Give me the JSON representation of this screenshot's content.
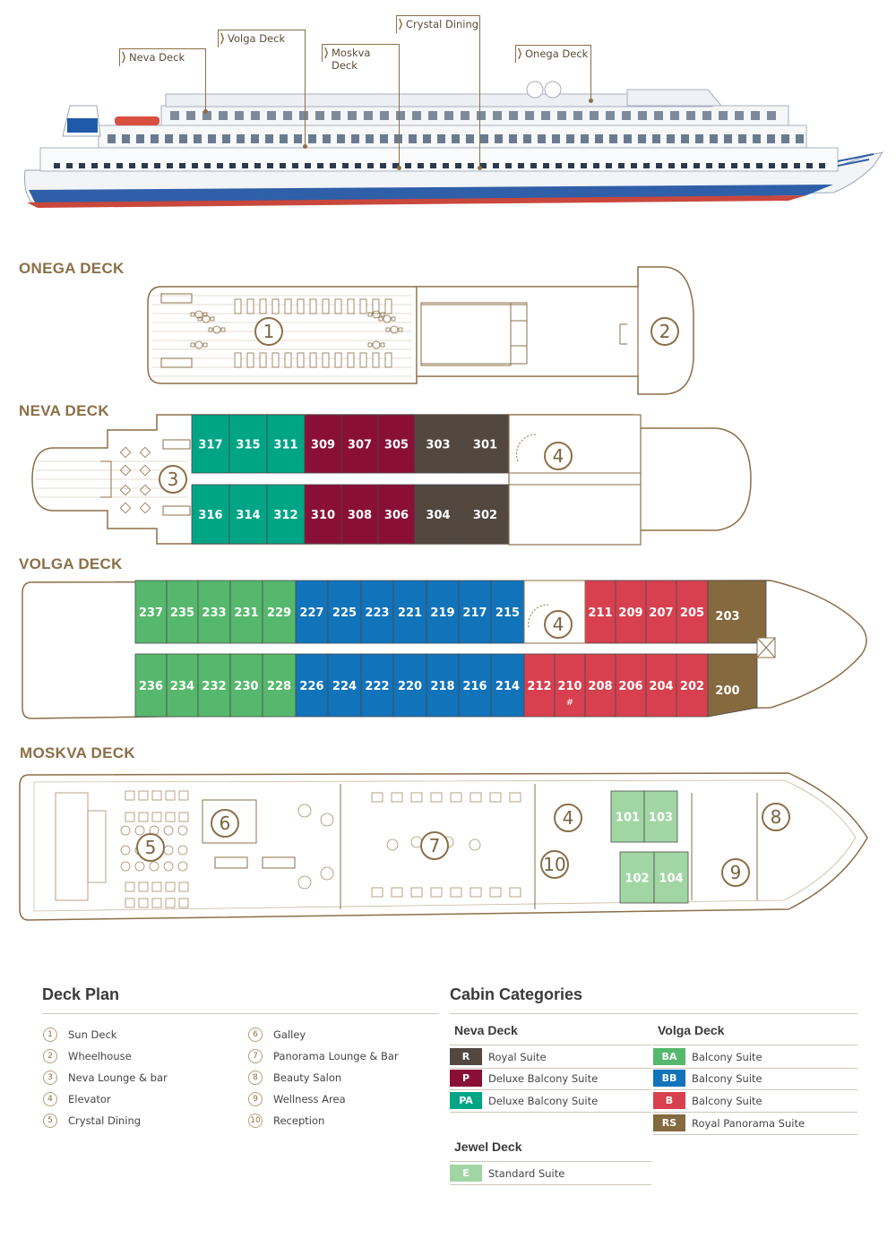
{
  "ship_callouts": [
    "Neva Deck",
    "Volga Deck",
    "Moskva Deck",
    "Crystal Dining",
    "Onega Deck"
  ],
  "decks": {
    "onega": {
      "title": "ONEGA DECK",
      "pois": [
        "1",
        "2"
      ]
    },
    "neva": {
      "title": "NEVA DECK",
      "top_cabins": [
        "317",
        "315",
        "311",
        "309",
        "307",
        "305",
        "303",
        "301"
      ],
      "bottom_cabins": [
        "316",
        "314",
        "312",
        "310",
        "308",
        "306",
        "304",
        "302"
      ],
      "pois": [
        "3",
        "4"
      ]
    },
    "volga": {
      "title": "VOLGA DECK",
      "top_cabins": [
        "237",
        "235",
        "233",
        "231",
        "229",
        "227",
        "225",
        "223",
        "221",
        "219",
        "217",
        "215",
        "211",
        "209",
        "207",
        "205",
        "203"
      ],
      "bottom_cabins": [
        "236",
        "234",
        "232",
        "230",
        "228",
        "226",
        "224",
        "222",
        "220",
        "218",
        "216",
        "214",
        "212",
        "210",
        "208",
        "206",
        "204",
        "202",
        "200"
      ],
      "special_mark": "#",
      "pois": [
        "4"
      ]
    },
    "moskva": {
      "title": "MOSKVA DECK",
      "cabins": [
        "101",
        "103",
        "102",
        "104"
      ],
      "pois": [
        "5",
        "6",
        "7",
        "4",
        "10",
        "8",
        "9"
      ]
    }
  },
  "legend": {
    "deck_plan_title": "Deck Plan",
    "items": [
      {
        "num": "1",
        "label": "Sun Deck"
      },
      {
        "num": "2",
        "label": "Wheelhouse"
      },
      {
        "num": "3",
        "label": "Neva Lounge & bar"
      },
      {
        "num": "4",
        "label": "Elevator"
      },
      {
        "num": "5",
        "label": "Crystal Dining"
      },
      {
        "num": "6",
        "label": "Galley"
      },
      {
        "num": "7",
        "label": "Panorama Lounge & Bar"
      },
      {
        "num": "8",
        "label": "Beauty Salon"
      },
      {
        "num": "9",
        "label": "Wellness Area"
      },
      {
        "num": "10",
        "label": "Reception"
      }
    ],
    "cabin_categories_title": "Cabin Categories",
    "neva_deck": {
      "title": "Neva Deck",
      "items": [
        {
          "code": "R",
          "label": "Royal Suite",
          "color": "#524840"
        },
        {
          "code": "P",
          "label": "Deluxe Balcony Suite",
          "color": "#8a0f37"
        },
        {
          "code": "PA",
          "label": "Deluxe Balcony Suite",
          "color": "#00a585"
        }
      ]
    },
    "volga_deck": {
      "title": "Volga Deck",
      "items": [
        {
          "code": "BA",
          "label": "Balcony Suite",
          "color": "#56b86d"
        },
        {
          "code": "BB",
          "label": "Balcony Suite",
          "color": "#1173ba"
        },
        {
          "code": "B",
          "label": "Balcony Suite",
          "color": "#d8404f"
        },
        {
          "code": "RS",
          "label": "Royal Panorama Suite",
          "color": "#85693f"
        }
      ]
    },
    "jewel_deck": {
      "title": "Jewel Deck",
      "items": [
        {
          "code": "E",
          "label": "Standard Suite",
          "color": "#a1d6a4"
        }
      ]
    }
  }
}
